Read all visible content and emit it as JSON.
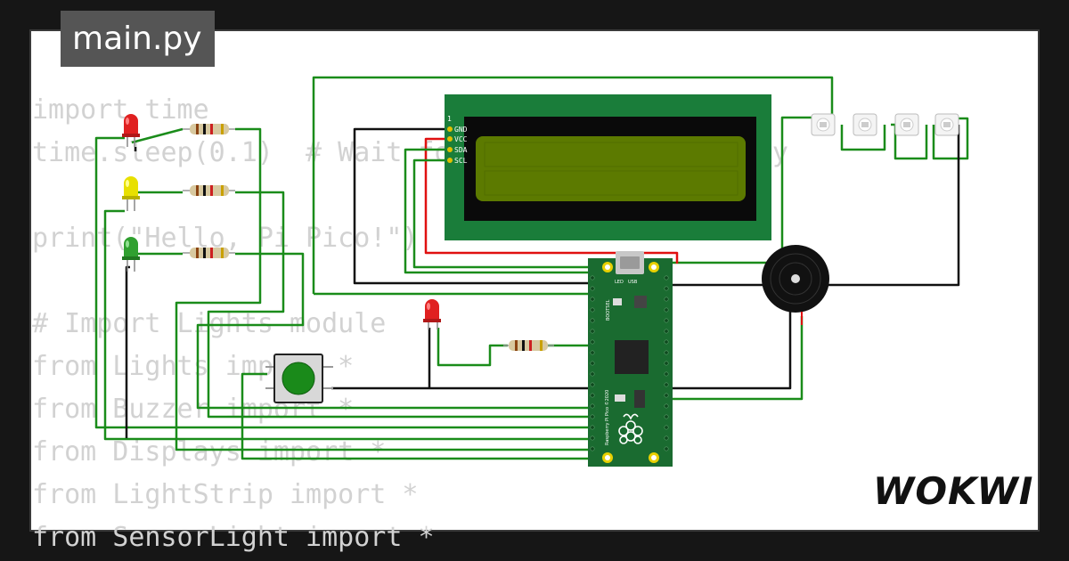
{
  "editor": {
    "file_tab": "main.py",
    "code_lines": [
      "import time",
      "time.sleep(0.1)  # Wait for USB to become ready",
      "",
      "print(\"Hello, Pi Pico!\")",
      "",
      "# Import Lights module",
      "from Lights import *",
      "from Buzzer import *",
      "from Displays import *",
      "from LightStrip import *",
      "from SensorLight import *"
    ]
  },
  "lcd": {
    "pin_number": "1",
    "pins": [
      "GND",
      "VCC",
      "SDA",
      "SCL"
    ]
  },
  "pico": {
    "board_label": "Raspberry Pi Pico ©2020",
    "usb_label": "USB",
    "led_label": "LED",
    "bootsel_label": "BOOTSEL"
  },
  "brand": {
    "logo_text": "WOKWI"
  },
  "colors": {
    "wire_green": "#1a8c1a",
    "wire_black": "#111111",
    "wire_red": "#e01010",
    "lcd_board": "#1a7d3a",
    "lcd_screen": "#5c7a00",
    "pico_board": "#1a6b30"
  }
}
